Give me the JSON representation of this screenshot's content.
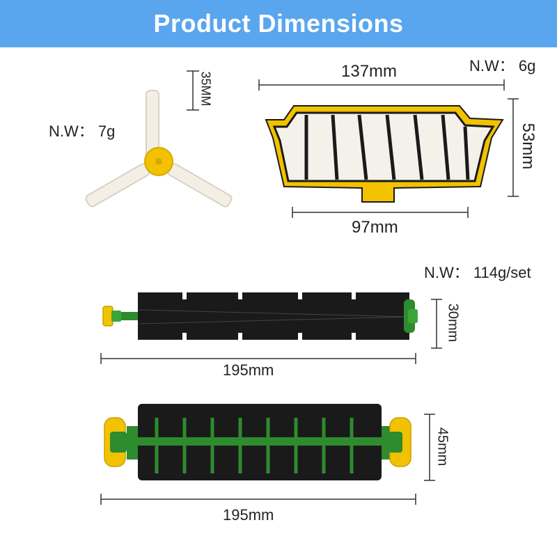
{
  "banner": {
    "title": "Product Dimensions",
    "color": "#5aa6ee"
  },
  "side_brush": {
    "weight": "N.W： 7g",
    "length": "35MM"
  },
  "filter": {
    "weight": "N.W： 6g",
    "top_width": "137mm",
    "height": "53mm",
    "bottom_width": "97mm"
  },
  "flex_roller": {
    "set_weight": "N.W： 114g/set",
    "height": "30mm",
    "length": "195mm"
  },
  "bristle_roller": {
    "height": "45mm",
    "length": "195mm"
  },
  "colors": {
    "accent_yellow": "#f2c200",
    "roller_black": "#1a1a1a",
    "roller_green": "#2e8b2e",
    "filter_mesh": "#f4f1ea"
  }
}
